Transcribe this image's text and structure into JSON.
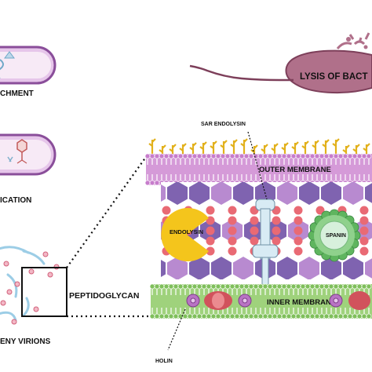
{
  "left_panel": {
    "attachment_label": "CHMENT",
    "replication_label": "ICATION",
    "progeny_label": "ENY VIRIONS",
    "peptidoglycan_label": "PEPTIDOGLYCAN"
  },
  "lysis": {
    "label": "LYSIS OF BACT"
  },
  "membrane_diagram": {
    "sar_endolysin_label": "SAR ENDOLYSIN",
    "outer_membrane_label": "OUTER MEMBRANE",
    "endolysin_label": "ENDOLYSIN",
    "spanin_label": "SPANIN",
    "inner_membrane_label": "INNER MEMBRANE",
    "holin_label": "HOLIN"
  },
  "colors": {
    "outer_membrane": "#d59ad8",
    "inner_membrane": "#9fd27c",
    "endolysin": "#f4c51c",
    "spanin": "#8fd18c",
    "peptidoglycan_hex": "#7f63b0",
    "peptidoglycan_bead": "#e96a74",
    "lps": "#e2b11c",
    "holin": "#d1525c",
    "bacterium_body": "#b0708a"
  }
}
